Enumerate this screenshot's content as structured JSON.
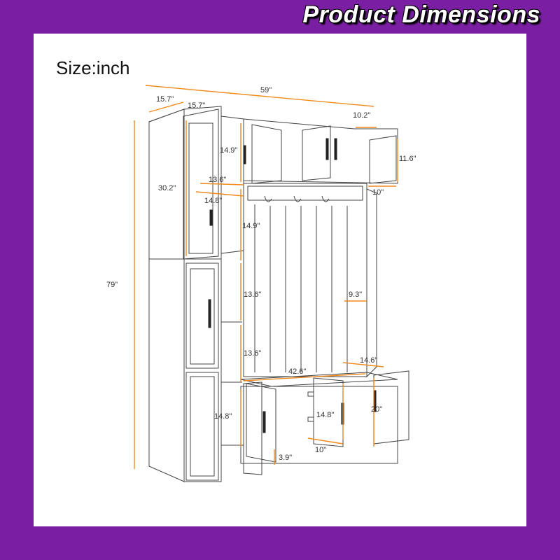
{
  "header": {
    "title": "Product Dimensions"
  },
  "unit_label": "Size:inch",
  "colors": {
    "background": "#7a1fa3",
    "panel": "#ffffff",
    "dimension_line": "#f08a1c"
  },
  "dimensions": {
    "total_width": "59\"",
    "side_depth_a": "15.7\"",
    "side_depth_b": "15.7\"",
    "top_right_depth": "10.2\"",
    "upper_cab_height": "14.9\"",
    "upper_door_height": "11.6\"",
    "upper_door_width": "10\"",
    "tall_door_height": "30.2\"",
    "shelf_depth": "13.6\"",
    "side_width": "14.8\"",
    "upper_shelf_height": "14.9\"",
    "total_height": "79\"",
    "mid_shelf_a": "13.6\"",
    "mid_shelf_b": "13.6\"",
    "hanger_width": "9.3\"",
    "bench_width": "42.6\"",
    "bench_depth": "14.6\"",
    "lower_left_height": "14.8\"",
    "drawer_height": "14.8\"",
    "lower_right_height": "20\"",
    "drawer_width": "10\"",
    "leg_height": "3.9\""
  }
}
